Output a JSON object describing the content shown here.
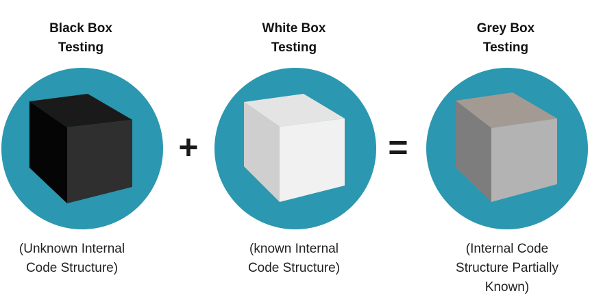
{
  "colors": {
    "circle": "#2b97b0",
    "black_top": "#1a1a1a",
    "black_left": "#050505",
    "black_right": "#2f2f2f",
    "white_top": "#e4e4e4",
    "white_left": "#cfcfcf",
    "white_right": "#f1f1f1",
    "grey_top": "#a39a94",
    "grey_left": "#7d7d7d",
    "grey_right": "#b3b3b3"
  },
  "items": [
    {
      "title_line1": "Black Box",
      "title_line2": "Testing",
      "desc_line1": "(Unknown Internal",
      "desc_line2": "Code Structure)",
      "desc_line3": ""
    },
    {
      "title_line1": "White Box",
      "title_line2": "Testing",
      "desc_line1": "(known Internal",
      "desc_line2": "Code Structure)",
      "desc_line3": ""
    },
    {
      "title_line1": "Grey Box",
      "title_line2": "Testing",
      "desc_line1": "(Internal Code",
      "desc_line2": "Structure Partially",
      "desc_line3": "Known)"
    }
  ],
  "operators": {
    "plus": "+",
    "equals": "="
  }
}
